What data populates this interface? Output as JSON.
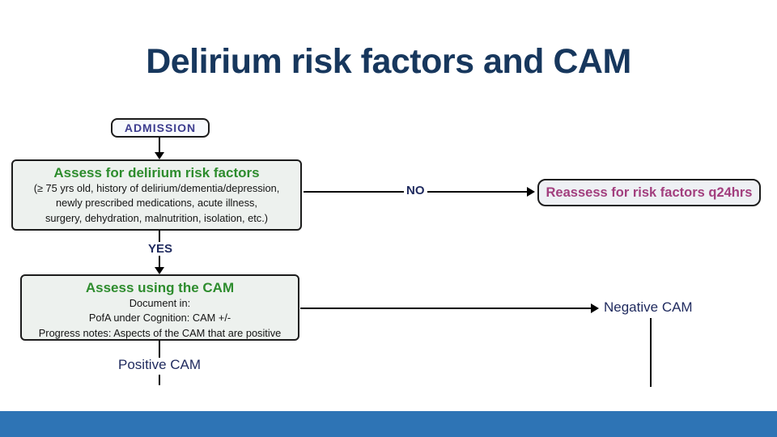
{
  "slide": {
    "title": "Delirium risk factors and CAM"
  },
  "flowchart": {
    "admission": {
      "label": "ADMISSION"
    },
    "risk_box": {
      "heading": "Assess for delirium risk factors",
      "lines": [
        "(≥ 75 yrs old, history of delirium/dementia/depression,",
        "newly prescribed medications, acute illness,",
        "surgery, dehydration, malnutrition, isolation, etc.)"
      ]
    },
    "no_label": "NO",
    "reassess_box": {
      "label": "Reassess for risk factors q24hrs"
    },
    "yes_label": "YES",
    "cam_box": {
      "heading": "Assess using the CAM",
      "lines": [
        "Document in:",
        "PofA under Cognition: CAM +/-",
        "Progress notes: Aspects of the CAM that are positive"
      ]
    },
    "positive_label": "Positive CAM",
    "negative_label": "Negative CAM"
  },
  "colors": {
    "title": "#17375d",
    "heading_green": "#2d8c2d",
    "reassess_magenta": "#a23e7e",
    "admission_blue": "#3d3d8f",
    "label_navy": "#1f2a5e",
    "box_background": "#edf1ee",
    "footer_blue": "#2e74b5",
    "line_black": "#000000"
  }
}
